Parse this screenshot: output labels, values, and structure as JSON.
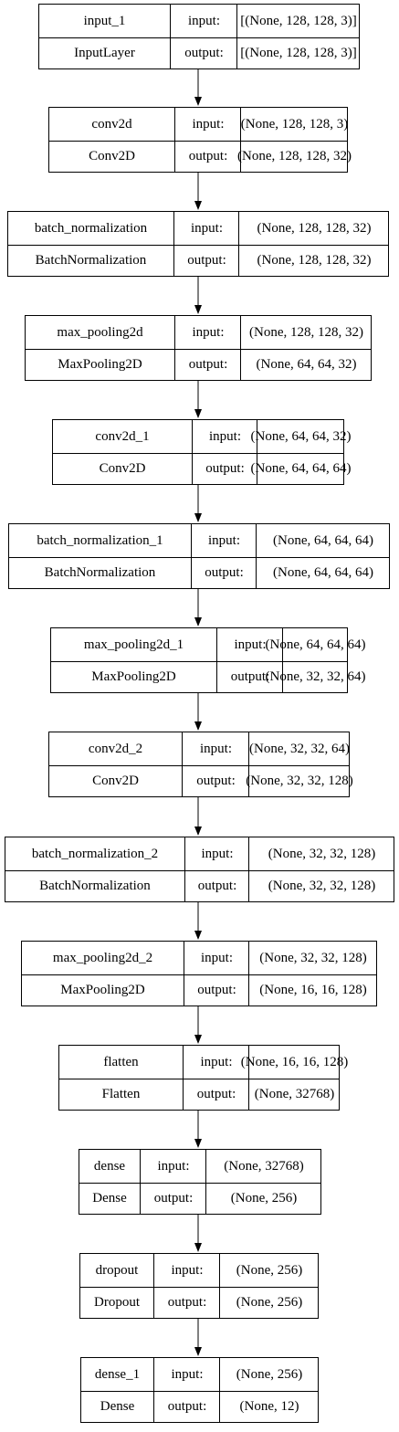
{
  "model": {
    "io_labels": {
      "input": "input:",
      "output": "output:"
    },
    "layers": [
      {
        "name": "input_1",
        "type": "InputLayer",
        "input": "[(None, 128, 128, 3)]",
        "output": "[(None, 128, 128, 3)]"
      },
      {
        "name": "conv2d",
        "type": "Conv2D",
        "input": "(None, 128, 128, 3)",
        "output": "(None, 128, 128, 32)"
      },
      {
        "name": "batch_normalization",
        "type": "BatchNormalization",
        "input": "(None, 128, 128, 32)",
        "output": "(None, 128, 128, 32)"
      },
      {
        "name": "max_pooling2d",
        "type": "MaxPooling2D",
        "input": "(None, 128, 128, 32)",
        "output": "(None, 64, 64, 32)"
      },
      {
        "name": "conv2d_1",
        "type": "Conv2D",
        "input": "(None, 64, 64, 32)",
        "output": "(None, 64, 64, 64)"
      },
      {
        "name": "batch_normalization_1",
        "type": "BatchNormalization",
        "input": "(None, 64, 64, 64)",
        "output": "(None, 64, 64, 64)"
      },
      {
        "name": "max_pooling2d_1",
        "type": "MaxPooling2D",
        "input": "(None, 64, 64, 64)",
        "output": "(None, 32, 32, 64)"
      },
      {
        "name": "conv2d_2",
        "type": "Conv2D",
        "input": "(None, 32, 32, 64)",
        "output": "(None, 32, 32, 128)"
      },
      {
        "name": "batch_normalization_2",
        "type": "BatchNormalization",
        "input": "(None, 32, 32, 128)",
        "output": "(None, 32, 32, 128)"
      },
      {
        "name": "max_pooling2d_2",
        "type": "MaxPooling2D",
        "input": "(None, 32, 32, 128)",
        "output": "(None, 16, 16, 128)"
      },
      {
        "name": "flatten",
        "type": "Flatten",
        "input": "(None, 16, 16, 128)",
        "output": "(None, 32768)"
      },
      {
        "name": "dense",
        "type": "Dense",
        "input": "(None, 32768)",
        "output": "(None, 256)"
      },
      {
        "name": "dropout",
        "type": "Dropout",
        "input": "(None, 256)",
        "output": "(None, 256)"
      },
      {
        "name": "dense_1",
        "type": "Dense",
        "input": "(None, 256)",
        "output": "(None, 12)"
      }
    ]
  }
}
